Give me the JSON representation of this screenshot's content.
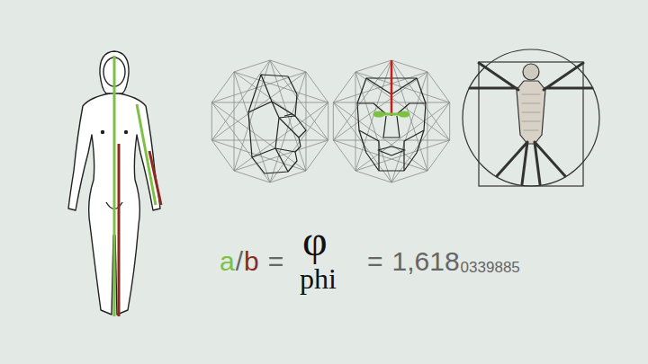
{
  "diagram": {
    "labels": [
      "a",
      "/",
      "b",
      "=",
      "φ",
      "phi",
      "=",
      "1,618",
      "0339885"
    ]
  }
}
